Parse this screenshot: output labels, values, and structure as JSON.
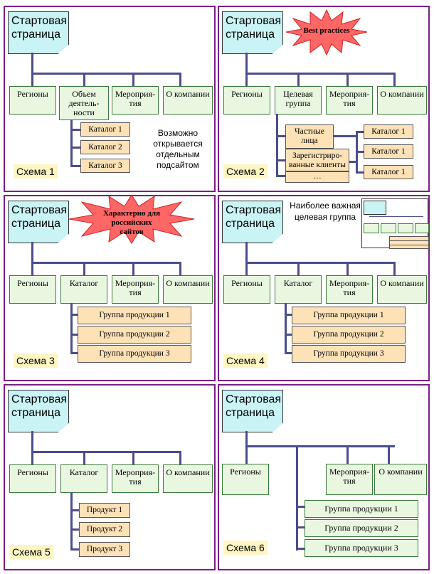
{
  "start_label": "Стартовая страница",
  "labels": {
    "regions": "Регионы",
    "volume": "Объем деятель-ности",
    "events": "Мероприя-тия",
    "about": "О компании",
    "target_group": "Целевая группа",
    "catalog": "Каталог"
  },
  "schemes": {
    "s1": "Схема 1",
    "s2": "Схема 2",
    "s3": "Схема 3",
    "s4": "Схема 4",
    "s5": "Схема 5",
    "s6": "Схема 6"
  },
  "p1": {
    "catalogs": [
      "Каталог 1",
      "Каталог 2",
      "Каталог 3"
    ],
    "note": "Возможно открывается отдельным подсайтом"
  },
  "p2": {
    "badge": "Best practices",
    "groups": [
      "Частные лица",
      "Зарегистриро-ванные клиенты",
      "…"
    ],
    "catalogs": [
      "Каталог 1",
      "Каталог 1",
      "Каталог 1"
    ]
  },
  "p3": {
    "badge": "Характерно для российских сайтов",
    "groups": [
      "Группа продукции 1",
      "Группа продукции 2",
      "Группа продукции 3"
    ]
  },
  "p4": {
    "note": "Наиболее важная целевая группа",
    "groups": [
      "Группа продукции 1",
      "Группа продукции 2",
      "Группа продукции 3"
    ]
  },
  "p5": {
    "products": [
      "Продукт 1",
      "Продукт 2",
      "Продукт 3"
    ]
  },
  "p6": {
    "groups": [
      "Группа продукции 1",
      "Группа продукции 2",
      "Группа продукции 3"
    ]
  },
  "colors": {
    "frame": "#7a1f86",
    "line": "#4b4e8a",
    "start": "#c9f3f5",
    "green": "#e9f7e0",
    "orange": "#fde2b8",
    "star": "#ff6666"
  }
}
